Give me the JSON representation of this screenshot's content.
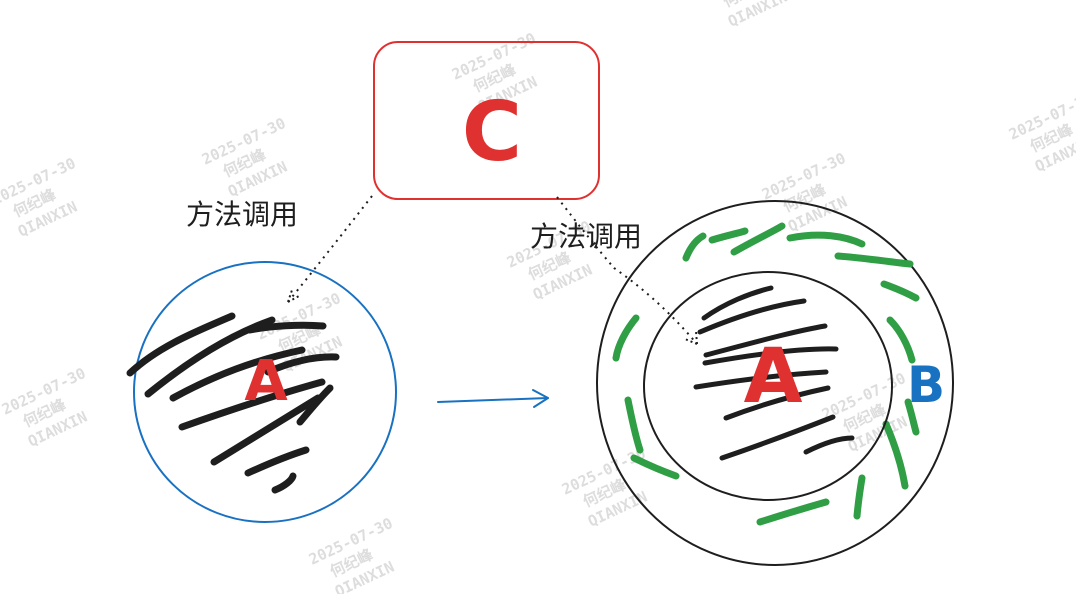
{
  "nodes": {
    "c": {
      "label": "C"
    },
    "a_left": {
      "label": "A"
    },
    "a_right": {
      "label": "A"
    },
    "b": {
      "label": "B"
    }
  },
  "edges": {
    "call_left": {
      "label": "方法调用"
    },
    "call_right": {
      "label": "方法调用"
    }
  },
  "watermark": {
    "date": "2025-07-30",
    "name": "何纪峰",
    "org": "QIANXIN"
  },
  "colors": {
    "red": "#e03131",
    "blue": "#1971c2",
    "green": "#2f9e44",
    "ink": "#1e1e1e",
    "watermark": "#dddddd"
  }
}
